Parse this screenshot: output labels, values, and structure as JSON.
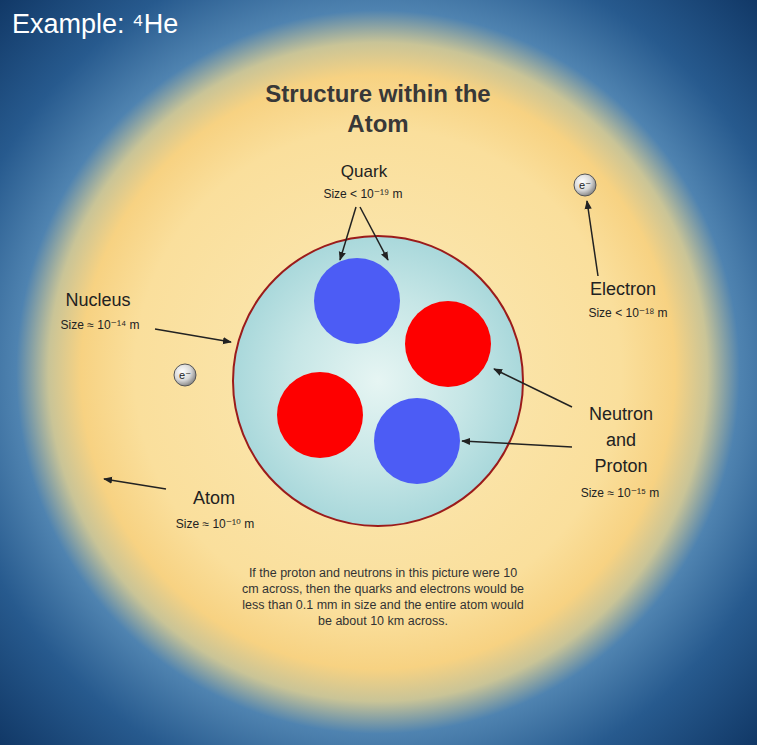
{
  "diagram": {
    "title": "Structure within the Atom",
    "caption": "If the proton and neutrons in this picture were 10 cm across, then the quarks and electrons would be less than 0.1 mm in size and the entire atom would be about 10 km across.",
    "nodes": [
      {
        "text": [
          "e⁻"
        ]
      },
      {
        "text": [
          "e⁻"
        ]
      }
    ],
    "labels": [
      "Example: ⁴He",
      "Quark",
      "Size < 10⁻¹⁹ m",
      "Nucleus",
      "Size ≈ 10⁻¹⁴ m",
      "Electron",
      "Size < 10⁻¹⁸ m",
      "Neutron and Proton",
      "Size ≈ 10⁻¹⁵ m",
      "Atom",
      "Size ≈ 10⁻¹⁰ m"
    ]
  }
}
